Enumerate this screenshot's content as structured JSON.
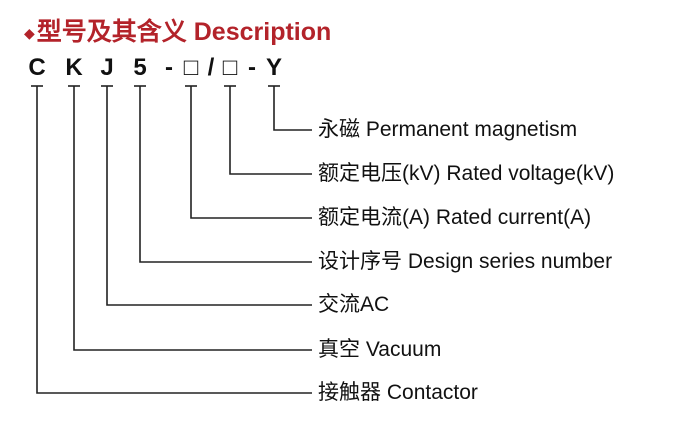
{
  "title": {
    "bullet": "◆",
    "zh": "型号及其含义",
    "en": "Description"
  },
  "code": {
    "chars": [
      "C",
      "K",
      "J",
      "5",
      "-",
      "□",
      "/",
      "□",
      "-",
      "Y"
    ]
  },
  "items": [
    {
      "zh": "永磁",
      "en": "Permanent magnetism"
    },
    {
      "zh": "额定电压(kV)",
      "en": "Rated voltage(kV)"
    },
    {
      "zh": "额定电流(A)",
      "en": "Rated current(A)"
    },
    {
      "zh": "设计序号",
      "en": "Design series number"
    },
    {
      "zh": "交流",
      "en": "AC"
    },
    {
      "zh": "真空",
      "en": "Vacuum"
    },
    {
      "zh": "接触器",
      "en": "Contactor"
    }
  ],
  "colors": {
    "title": "#b3232a",
    "text": "#111111",
    "line": "#222222"
  }
}
